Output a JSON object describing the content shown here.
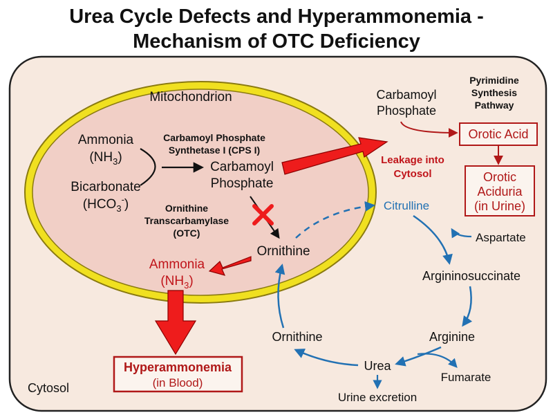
{
  "title": {
    "line1": "Urea Cycle Defects and Hyperammonemia -",
    "line2": "Mechanism of OTC Deficiency"
  },
  "labels": {
    "mitochondrion": "Mitochondrion",
    "cytosol": "Cytosol",
    "ammonia_in": "Ammonia",
    "nh3_in": "(NH",
    "nh3_in_sub": "3",
    "nh3_in_close": ")",
    "bicarbonate": "Bicarbonate",
    "hco3": "(HCO",
    "hco3_sub": "3",
    "hco3_sup": "-",
    "hco3_close": ")",
    "cps_line1": "Carbamoyl Phosphate",
    "cps_line2": "Synthetase I (CPS I)",
    "cp_mito_line1": "Carbamoyl",
    "cp_mito_line2": "Phosphate",
    "otc_line1": "Ornithine",
    "otc_line2": "Transcarbamylase",
    "otc_line3": "(OTC)",
    "ornithine_mito": "Ornithine",
    "ammonia_out": "Ammonia",
    "nh3_out": "(NH",
    "nh3_out_sub": "3",
    "nh3_out_close": ")",
    "hyper_line1": "Hyperammonemia",
    "hyper_line2": "(in Blood)",
    "cp_cyto_line1": "Carbamoyl",
    "cp_cyto_line2": "Phosphate",
    "pyr_line1": "Pyrimidine",
    "pyr_line2": "Synthesis",
    "pyr_line3": "Pathway",
    "orotic_acid": "Orotic Acid",
    "aciduria_line1": "Orotic",
    "aciduria_line2": "Aciduria",
    "aciduria_line3": "(in Urine)",
    "leak_line1": "Leakage into",
    "leak_line2": "Cytosol",
    "citrulline": "Citrulline",
    "aspartate": "Aspartate",
    "argininosuccinate": "Argininosuccinate",
    "arginine": "Arginine",
    "fumarate": "Fumarate",
    "urea": "Urea",
    "urine_excretion": "Urine excretion",
    "ornithine_cyto": "Ornithine"
  },
  "colors": {
    "cell_fill": "#f7e9df",
    "mito_fill": "#f1cfc6",
    "mito_membrane": "#f0e020",
    "mito_outline": "#8a7a10",
    "red_arrow": "#ee1c1c",
    "dark_red": "#b01818",
    "cycle_blue": "#2271b3",
    "text": "#111111"
  }
}
